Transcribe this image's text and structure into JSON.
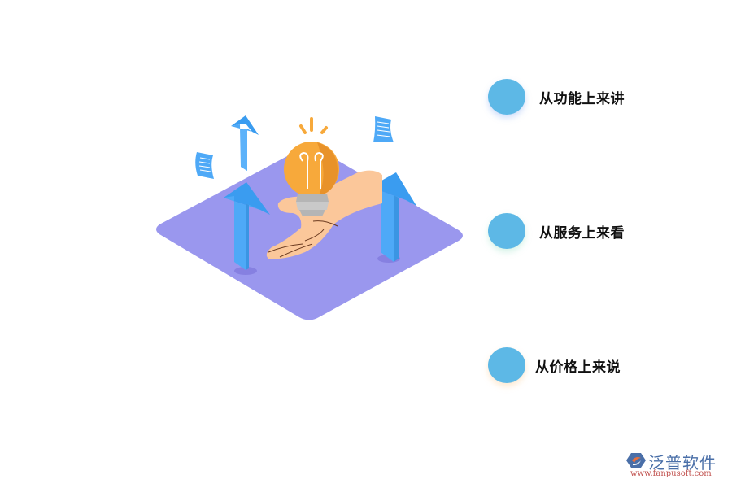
{
  "items": [
    {
      "label": "从功能上来讲",
      "dot_color": "#5DB8E6"
    },
    {
      "label": "从服务上来看",
      "dot_color": "#5DB8E6"
    },
    {
      "label": "从价格上来说",
      "dot_color": "#5DB8E6"
    }
  ],
  "brand": {
    "name": "泛普软件",
    "url": "www.fanpusoft.com",
    "name_color": "#4A6FA8",
    "url_color": "#C0504D"
  },
  "illustration": {
    "description": "isometric hand holding light bulb with upward arrows",
    "platform_color": "#9A97EE",
    "arrow_color": "#4EA9F7",
    "bulb_color": "#F7A93B",
    "hand_color": "#FBC79A"
  }
}
